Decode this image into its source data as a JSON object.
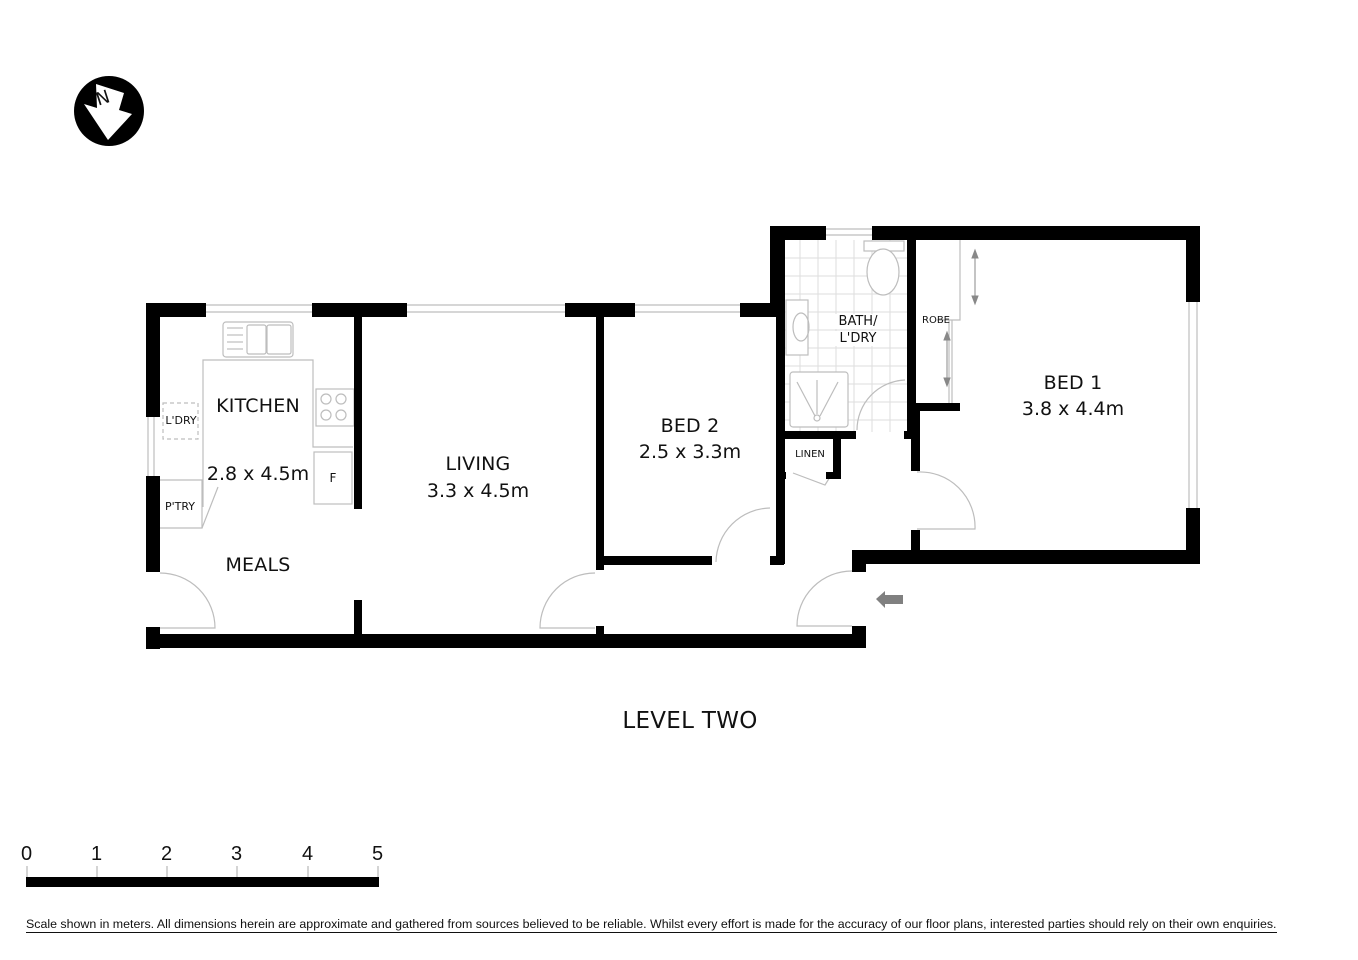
{
  "compass": {
    "icon": "north-arrow-icon",
    "letter": "N"
  },
  "level": {
    "title": "LEVEL TWO"
  },
  "rooms": {
    "kitchen": {
      "name": "KITCHEN",
      "dimensions": "2.8 x 4.5m"
    },
    "laundry_cupboard": {
      "name": "L'DRY"
    },
    "pantry": {
      "name": "P'TRY"
    },
    "fridge": {
      "name": "F"
    },
    "meals": {
      "name": "MEALS"
    },
    "living": {
      "name": "LIVING",
      "dimensions": "3.3 x 4.5m"
    },
    "bed2": {
      "name": "BED 2",
      "dimensions": "2.5 x 3.3m"
    },
    "bath": {
      "name_line1": "BATH/",
      "name_line2": "L'DRY"
    },
    "linen": {
      "name": "LINEN"
    },
    "robe": {
      "name": "ROBE"
    },
    "bed1": {
      "name": "BED 1",
      "dimensions": "3.8 x 4.4m"
    }
  },
  "entry": {
    "icon": "entry-arrow-icon",
    "color": "#808080"
  },
  "scale_bar": {
    "unit": "meters",
    "ticks": [
      "0",
      "1",
      "2",
      "3",
      "4",
      "5"
    ]
  },
  "disclaimer": "Scale shown in meters. All dimensions herein are approximate and gathered from sources believed to be  reliable. Whilst every effort is made for the accuracy of our floor plans, interested parties should rely on their own enquiries.",
  "colors": {
    "wall": "#000000",
    "fixture_line": "#bdbdbd",
    "background": "#ffffff"
  }
}
